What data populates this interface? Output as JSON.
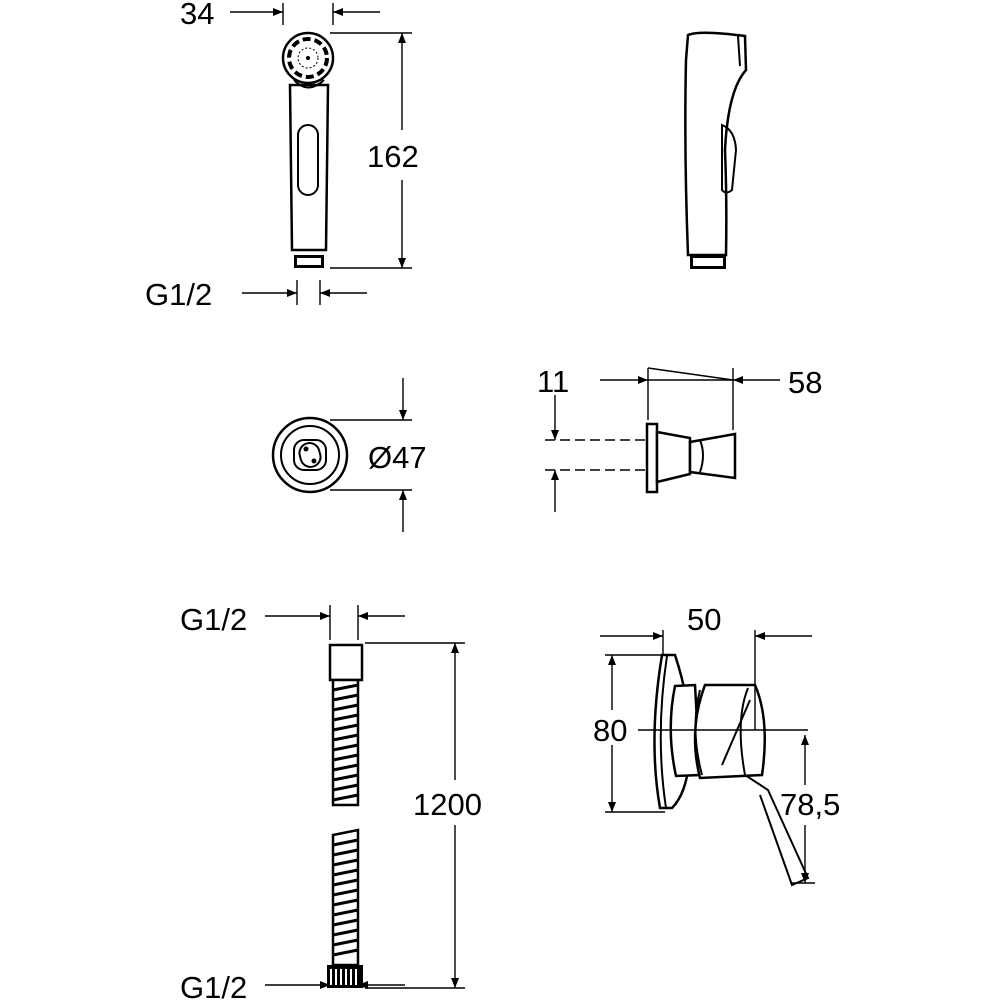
{
  "dimensions": {
    "hand_shower_width": "34",
    "hand_shower_length": "162",
    "hand_shower_thread": "G1/2",
    "rosette_diameter": "Ø47",
    "holder_offset": "11",
    "holder_depth": "58",
    "hose_thread_top": "G1/2",
    "hose_length": "1200",
    "hose_thread_bottom": "G1/2",
    "valve_depth": "50",
    "valve_rosette_height": "80",
    "valve_lever_length": "78,5"
  }
}
